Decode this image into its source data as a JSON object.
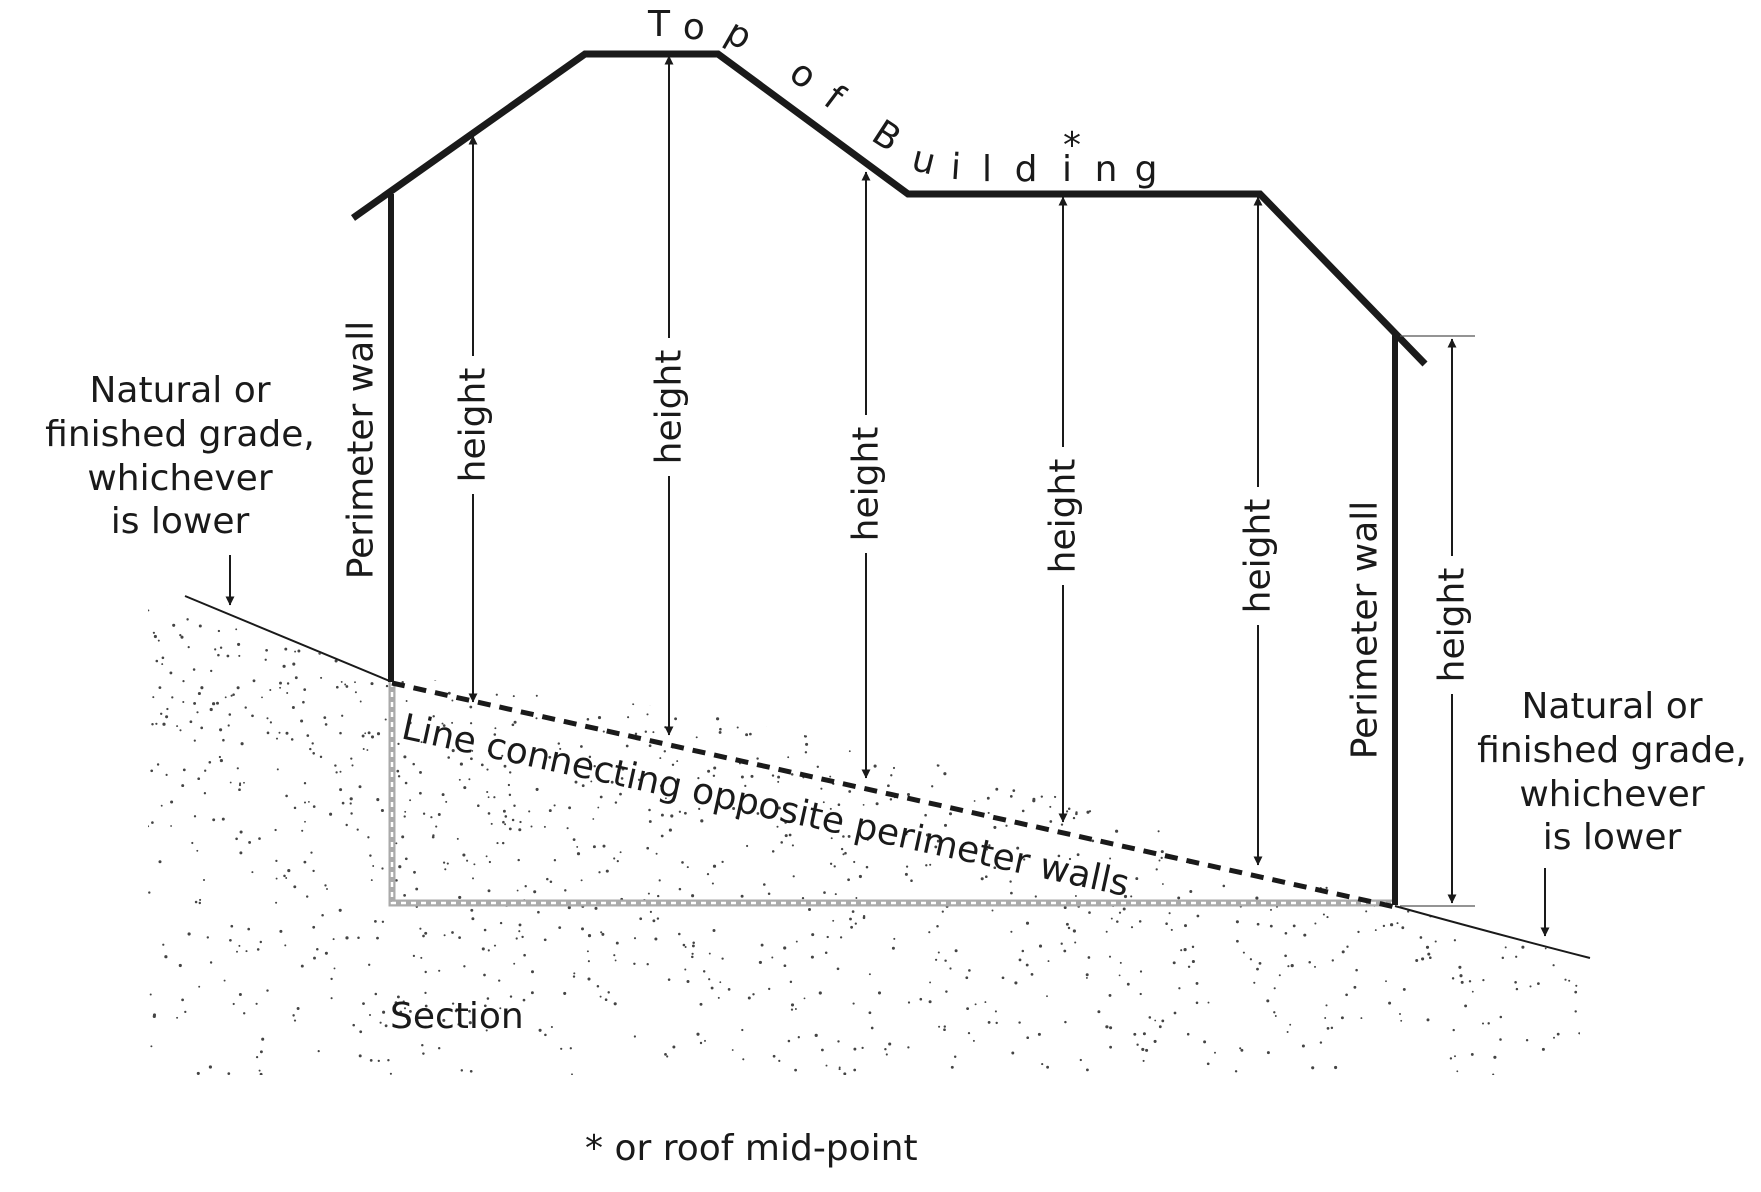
{
  "roof_label": {
    "letters": [
      "T",
      "o",
      "p",
      "o",
      "f",
      "B",
      "u",
      "i",
      "l",
      "d",
      "i",
      "n",
      "g"
    ],
    "asterisk": "*"
  },
  "labels": {
    "grade_left": [
      "Natural or",
      "finished grade,",
      "whichever",
      "is lower"
    ],
    "grade_right": [
      "Natural or",
      "finished grade,",
      "whichever",
      "is lower"
    ],
    "perimeter_wall_left": "Perimeter wall",
    "perimeter_wall_right": "Perimeter wall",
    "connecting_line": "Line connecting opposite perimeter walls",
    "section": "Section",
    "footnote": "* or roof mid-point"
  },
  "height_labels": [
    "height",
    "height",
    "height",
    "height",
    "height",
    "height"
  ],
  "colors": {
    "ink": "#1a1a1a",
    "foundation": "#aaaaaa",
    "background": "#ffffff"
  }
}
